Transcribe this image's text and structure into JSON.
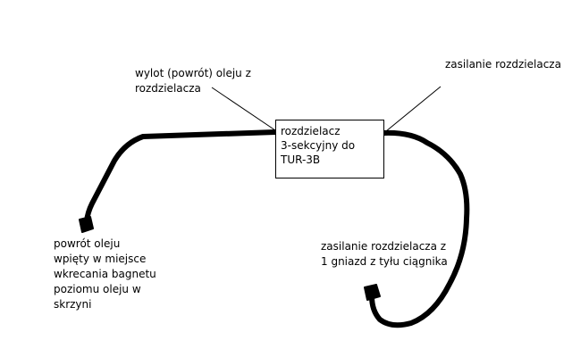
{
  "diagram": {
    "distributor_box": {
      "lines": [
        "rozdzielacz",
        "3-sekcyjny do",
        "TUR-3B"
      ]
    },
    "labels": {
      "outlet": [
        "wylot (powrót) oleju z",
        "rozdzielacza"
      ],
      "supply_top": [
        "zasilanie rozdzielacza"
      ],
      "return": [
        "powrót oleju",
        "wpięty w miejsce",
        "wkrecania bagnetu",
        "poziomu oleju w",
        "skrzyni"
      ],
      "supply_rear": [
        "zasilanie rozdzielacza z",
        "1 gniazd z tyłu ciągnika"
      ]
    },
    "colors": {
      "hose": "#000000",
      "background": "#ffffff"
    }
  }
}
